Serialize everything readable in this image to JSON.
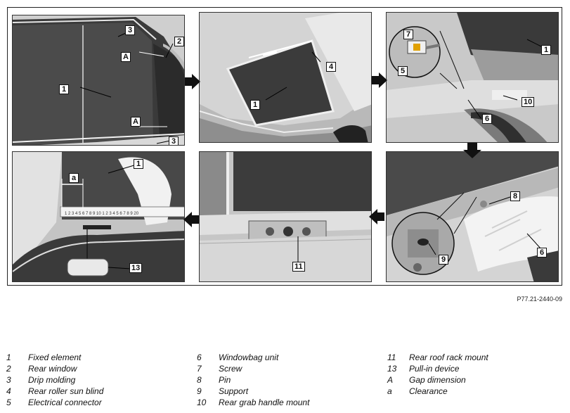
{
  "figure_ref": "P77.21-2440-09",
  "panels": [
    {
      "id": "p1",
      "callouts": [
        "3",
        "2",
        "A",
        "1",
        "A",
        "3"
      ]
    },
    {
      "id": "p2",
      "callouts": [
        "4",
        "1"
      ]
    },
    {
      "id": "p3",
      "callouts": [
        "7",
        "1",
        "5",
        "10",
        "6"
      ]
    },
    {
      "id": "p4",
      "callouts": [
        "1",
        "a",
        "13"
      ]
    },
    {
      "id": "p5",
      "callouts": [
        "11"
      ]
    },
    {
      "id": "p6",
      "callouts": [
        "8",
        "9",
        "6"
      ]
    }
  ],
  "ruler_numbers": "1 2 3 4 5 6 7 8 9 10 1 2 3 4 5 6 7 8 9 20",
  "legend": {
    "col1": [
      {
        "num": "1",
        "text": "Fixed element"
      },
      {
        "num": "2",
        "text": "Rear window"
      },
      {
        "num": "3",
        "text": "Drip molding"
      },
      {
        "num": "4",
        "text": "Rear roller sun blind"
      },
      {
        "num": "5",
        "text": "Electrical connector"
      }
    ],
    "col2": [
      {
        "num": "6",
        "text": "Windowbag unit"
      },
      {
        "num": "7",
        "text": "Screw"
      },
      {
        "num": "8",
        "text": "Pin"
      },
      {
        "num": "9",
        "text": "Support"
      },
      {
        "num": "10",
        "text": "Rear grab handle mount"
      }
    ],
    "col3": [
      {
        "num": "11",
        "text": "Rear roof rack mount"
      },
      {
        "num": "13",
        "text": "Pull-in device"
      },
      {
        "num": "A",
        "text": "Gap dimension"
      },
      {
        "num": "a",
        "text": "Clearance"
      }
    ]
  }
}
